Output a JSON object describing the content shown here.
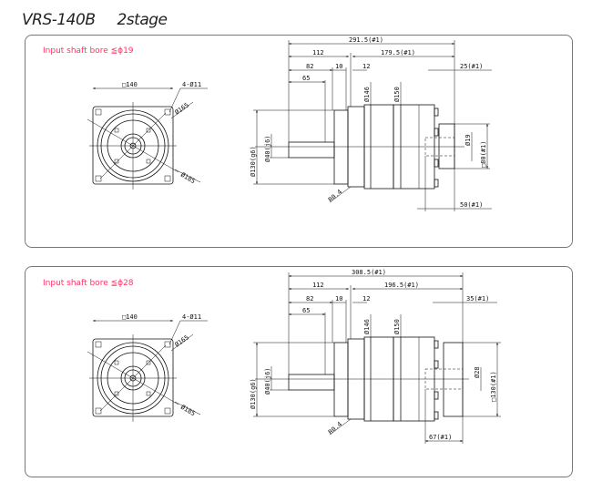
{
  "header": {
    "model": "VRS-140B",
    "stage": "2stage"
  },
  "colors": {
    "accent": "#ff3366",
    "line": "#111111"
  },
  "panels": [
    {
      "input_bore": "Input shaft bore  ≦ϕ19",
      "front": {
        "square": "□140",
        "holes": "4-Ø11",
        "pcd": "Ø165",
        "outer": "Ø185"
      },
      "side": {
        "overall": "291.5(#1)",
        "d112": "112",
        "d_out": "179.5(#1)",
        "d82": "82",
        "d10": "10",
        "d12": "12",
        "d65": "65",
        "d_tip": "25(#1)",
        "d146": "Ø146",
        "d150": "Ø150",
        "d130": "Ø130(g6)",
        "d40": "Ø40(j6)",
        "out_bore": "Ø19",
        "out_sq": "□80(#1)",
        "d_bottom": "50(#1)",
        "radius": "R0.4"
      }
    },
    {
      "input_bore": "Input shaft bore  ≦ϕ28",
      "front": {
        "square": "□140",
        "holes": "4-Ø11",
        "pcd": "Ø165",
        "outer": "Ø185"
      },
      "side": {
        "overall": "308.5(#1)",
        "d112": "112",
        "d_out": "196.5(#1)",
        "d82": "82",
        "d10": "10",
        "d12": "12",
        "d65": "65",
        "d_tip": "35(#1)",
        "d146": "Ø146",
        "d150": "Ø150",
        "d130": "Ø130(g6)",
        "d40": "Ø40(j6)",
        "out_bore": "Ø28",
        "out_sq": "□130(#1)",
        "d_bottom": "67(#1)",
        "radius": "R0.4"
      }
    }
  ]
}
